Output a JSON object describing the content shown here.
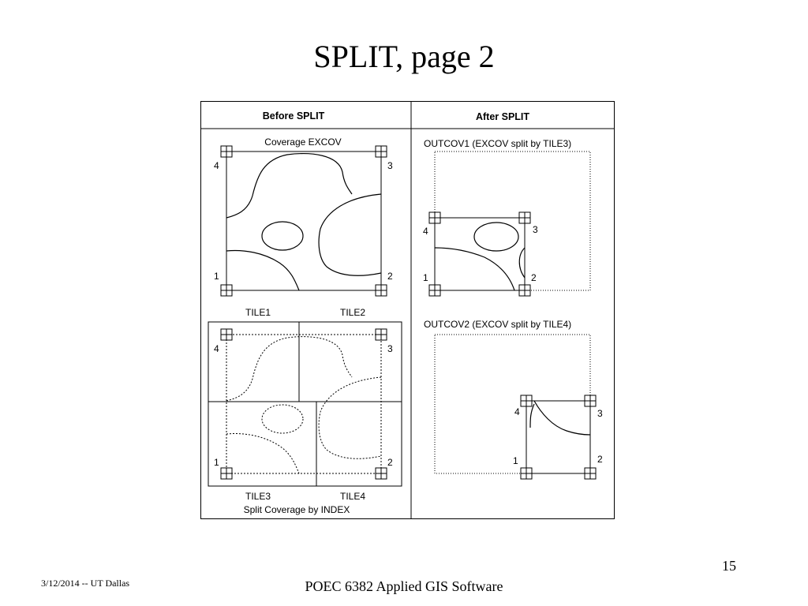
{
  "slide": {
    "title": "SPLIT, page 2",
    "number": "15",
    "footer_left": "3/12/2014  -- UT Dallas",
    "footer_center": "POEC 6382 Applied GIS Software"
  },
  "figure": {
    "before_header": "Before SPLIT",
    "after_header": "After SPLIT",
    "coverage_label": "Coverage EXCOV",
    "outcov1_label": "OUTCOV1 (EXCOV split by TILE3)",
    "outcov2_label": "OUTCOV2 (EXCOV split by TILE4)",
    "tile1": "TILE1",
    "tile2": "TILE2",
    "tile3": "TILE3",
    "tile4": "TILE4",
    "split_label": "Split Coverage by INDEX",
    "corners": {
      "one": "1",
      "two": "2",
      "three": "3",
      "four": "4"
    }
  }
}
